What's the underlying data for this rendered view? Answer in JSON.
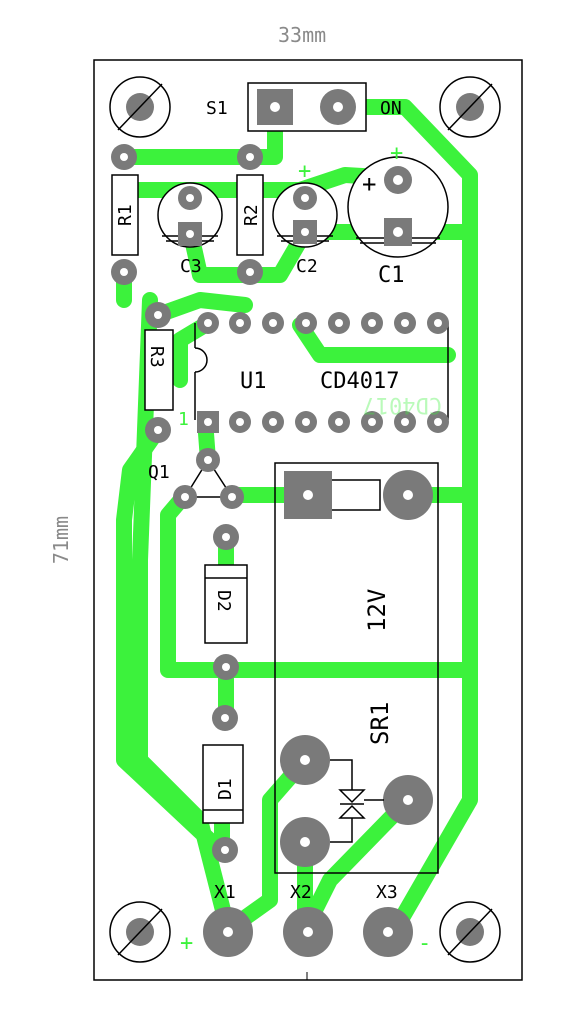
{
  "dimensions": {
    "width_label": "33mm",
    "height_label": "71mm"
  },
  "colors": {
    "trace": "#3cf23c",
    "pad": "#7a7a7a",
    "silk": "#000000",
    "dimension": "#8a8a8a",
    "board_bg": "#ffffff"
  },
  "switch": {
    "ref": "S1",
    "state": "ON"
  },
  "resistors": [
    {
      "ref": "R1"
    },
    {
      "ref": "R2"
    },
    {
      "ref": "R3"
    }
  ],
  "capacitors": [
    {
      "ref": "C3"
    },
    {
      "ref": "C2"
    },
    {
      "ref": "C1"
    }
  ],
  "polarity_plus": "+",
  "polarity_minus": "-",
  "ic": {
    "ref": "U1",
    "part": "CD4017",
    "part_mirrored": "CD4017",
    "pin1_mark": "1"
  },
  "transistor": {
    "ref": "Q1"
  },
  "diodes": [
    {
      "ref": "D2"
    },
    {
      "ref": "D1"
    }
  ],
  "relay": {
    "ref": "SR1",
    "voltage": "12V"
  },
  "terminals": [
    {
      "ref": "X1"
    },
    {
      "ref": "X2"
    },
    {
      "ref": "X3"
    }
  ]
}
